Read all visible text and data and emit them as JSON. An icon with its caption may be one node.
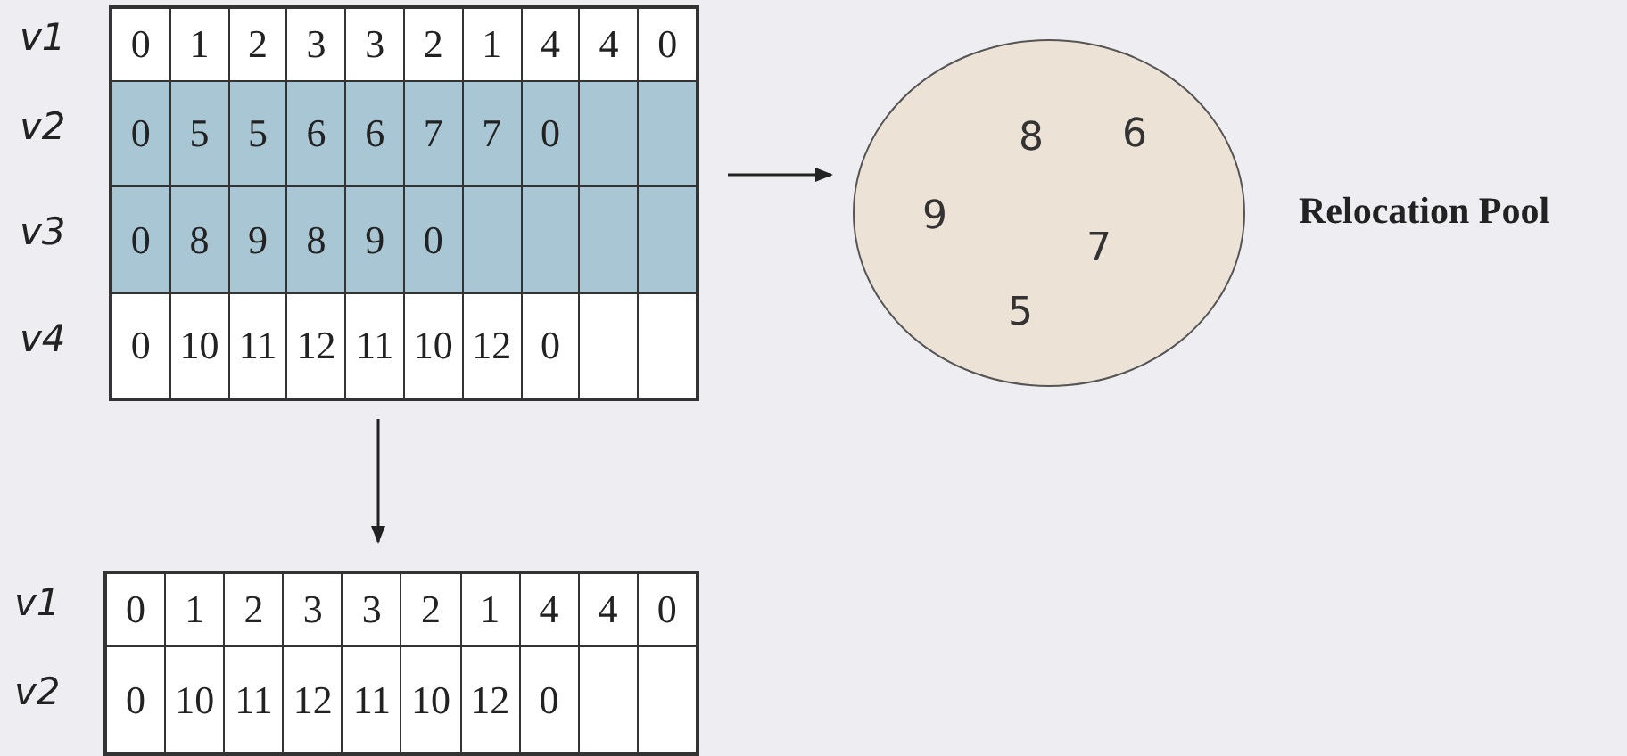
{
  "diagram": {
    "nodes": [
      {
        "text": [],
        "shape": "box"
      },
      {
        "text": [
          "8",
          "6",
          "9",
          "7",
          "5"
        ],
        "beside": [
          "Relocation Pool"
        ]
      },
      {
        "text": [],
        "shape": "box"
      }
    ],
    "edges": [
      {
        "from": 0,
        "to": 1,
        "arrow": "to"
      },
      {
        "from": 0,
        "to": 2,
        "arrow": "to"
      }
    ],
    "labels": [
      "v1",
      "0",
      "1",
      "2",
      "3",
      "3",
      "2",
      "1",
      "4",
      "4",
      "0",
      "v2",
      "0",
      "5",
      "5",
      "6",
      "6",
      "7",
      "7",
      "0",
      "v3",
      "0",
      "8",
      "9",
      "8",
      "9",
      "0",
      "v4",
      "0",
      "10",
      "11",
      "12",
      "11",
      "10",
      "12",
      "0",
      "v1",
      "0",
      "1",
      "2",
      "3",
      "3",
      "2",
      "1",
      "4",
      "4",
      "0",
      "v2",
      "0",
      "10",
      "11",
      "12",
      "11",
      "10",
      "12",
      "0"
    ]
  }
}
